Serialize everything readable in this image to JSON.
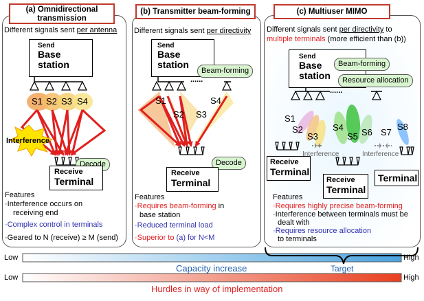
{
  "panel_a": {
    "title_line1": "(a) Omnidirectional",
    "title_line2": "transmission",
    "subtitle_prefix": "Different signals sent ",
    "subtitle_underlined": "per antenna",
    "send_label": "Send",
    "station_line1": "Base",
    "station_line2": "station",
    "signals": [
      "S1",
      "S2",
      "S3",
      "S4"
    ],
    "interference_label": "Interference",
    "decode_label": "Decode",
    "receive_label": "Receive",
    "terminal_label": "Terminal",
    "features_title": "Features",
    "feature_1_line1": "·Interference occurs on",
    "feature_1_line2": "receiving end",
    "feature_2": "·Complex control in terminals",
    "feature_3": "·Geared to N (receive) ≥ M (send)"
  },
  "panel_b": {
    "title": "(b) Transmitter beam-forming",
    "subtitle_prefix": "Different signals sent ",
    "subtitle_underlined": "per directivity",
    "send_label": "Send",
    "station_line1": "Base",
    "station_line2": "station",
    "dots": "......",
    "beamforming_label": "Beam-forming",
    "signals": [
      "S1",
      "S2",
      "S3",
      "S4"
    ],
    "decode_label": "Decode",
    "receive_label": "Receive",
    "terminal_label": "Terminal",
    "features_title": "Features",
    "feature_1_red": "·Requires beam-forming",
    "feature_1_rest": " in",
    "feature_1_line2": "base station",
    "feature_2": "·Reduced terminal load",
    "feature_3_red": "·Superior to",
    "feature_3_rest": " (a) for N<M"
  },
  "panel_c": {
    "title": "(c) Multiuser MIMO",
    "subtitle_prefix": "Different signals sent ",
    "subtitle_underlined": "per directivity",
    "subtitle_suffix": " to",
    "subtitle2_red": "multiple terminals",
    "subtitle2_rest": " (more efficient than (b))",
    "send_label": "Send",
    "station_line1": "Base",
    "station_line2": "station",
    "beamforming_label": "Beam-forming",
    "resource_label": "Resource allocation",
    "dots": "......",
    "signals": [
      "S1",
      "S2",
      "S3",
      "S4",
      "S5",
      "S6",
      "S7",
      "S8"
    ],
    "interference_1": "Interference",
    "interference_2": "Interference",
    "receive_label": "Receive",
    "terminal_label": "Terminal",
    "features_title": "Features",
    "feature_1": "·Requires highly precise beam-forming",
    "feature_2_line1": "·Interference between terminals must be",
    "feature_2_line2": "dealt with",
    "feature_3_line1": "·Requires resource allocation",
    "feature_3_line2": "to terminals"
  },
  "capacity_bar": {
    "low_label": "Low",
    "high_label": "High",
    "caption": "Capacity increase",
    "target_label": "Target"
  },
  "hurdles_bar": {
    "low_label": "Low",
    "high_label": "High",
    "caption": "Hurdles in way of implementation"
  },
  "colors": {
    "arrow_red": "#e02020",
    "title_border": "#c0392b",
    "bubble_green": "#d9f5d0",
    "capacity_bar_end": "#4aa3df",
    "hurdles_bar_end": "#e84020",
    "feature_blue": "#3030b0"
  }
}
